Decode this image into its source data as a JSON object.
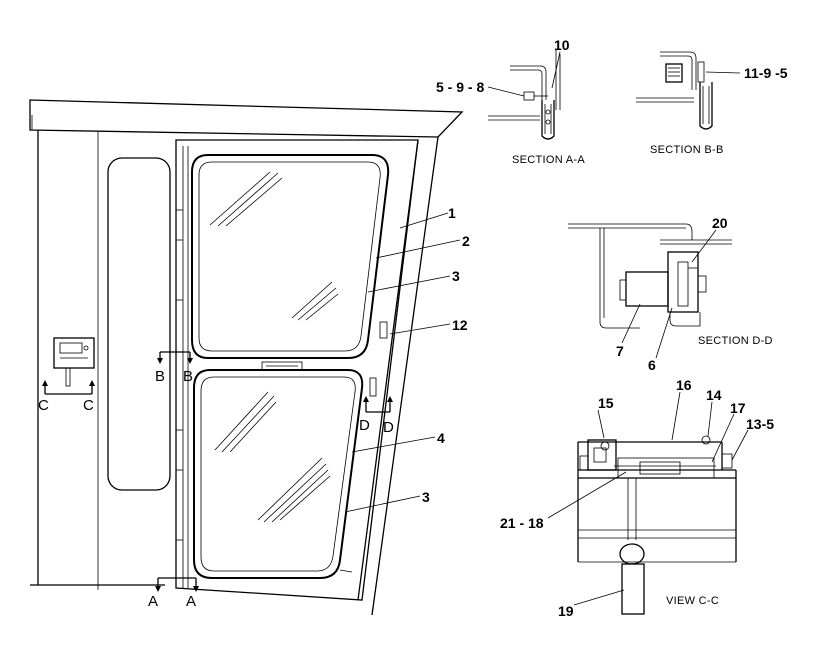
{
  "callouts": {
    "c1": "1",
    "c2": "2",
    "c3a": "3",
    "c3b": "3",
    "c4": "4",
    "c12": "12",
    "c10": "10",
    "c5_9_8": "5 - 9 - 8",
    "c11_9_5": "11-9 -5",
    "c20": "20",
    "c7": "7",
    "c6": "6",
    "c15": "15",
    "c16": "16",
    "c14": "14",
    "c17": "17",
    "c13_5": "13-5",
    "c21_18": "21 - 18",
    "c19": "19"
  },
  "sections": {
    "a_left": "A",
    "a_right": "A",
    "b_left": "B",
    "b_right": "B",
    "c_left": "C",
    "c_right": "C",
    "d_left": "D",
    "d_right": "D"
  },
  "captions": {
    "section_aa": "SECTION A-A",
    "section_bb": "SECTION B-B",
    "section_dd": "SECTION D-D",
    "view_cc": "VIEW C-C"
  }
}
